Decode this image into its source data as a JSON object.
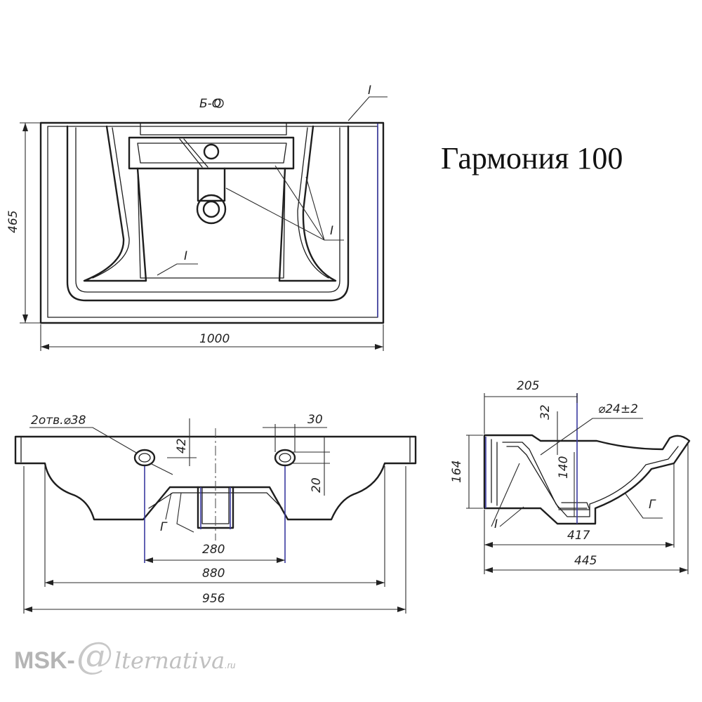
{
  "title": "Гармония 100",
  "watermark": {
    "brand": "MSK-",
    "at": "@",
    "name": "lternativa",
    "domain": ".ru"
  },
  "top_view": {
    "label_top": "Б-О",
    "width_dim": "1000",
    "depth_dim": "465",
    "leader_labels": [
      "I",
      "I",
      "I"
    ]
  },
  "front_view": {
    "holes_label": "2отв.⌀38",
    "dims": [
      "42",
      "30",
      "20",
      "280",
      "880",
      "956"
    ],
    "section_label": "Г"
  },
  "side_view": {
    "dims": [
      "205",
      "32",
      "⌀24±2",
      "164",
      "140",
      "417",
      "445"
    ],
    "leader_labels": [
      "I",
      "Г"
    ]
  }
}
